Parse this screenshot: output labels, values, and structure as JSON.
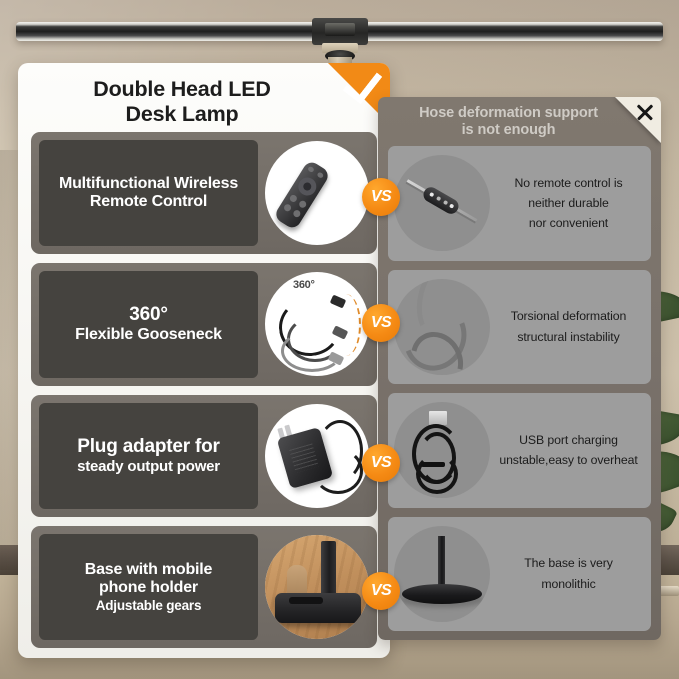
{
  "scene": {
    "lamp": "double-head-led-desk-lamp",
    "plant": "potted-plant-leaves"
  },
  "good_panel": {
    "title": "Double Head LED\nDesk Lamp",
    "title_line1": "Double Head LED",
    "title_line2": "Desk Lamp",
    "ribbon_icon": "check-icon",
    "rows": [
      {
        "lines": [
          "Multifunctional Wireless",
          "Remote Control"
        ],
        "photo": "remote-control-photo"
      },
      {
        "lines": [
          "360°",
          "Flexible Gooseneck"
        ],
        "photo": "flexible-gooseneck-photo",
        "photo_badge": "360°"
      },
      {
        "lines": [
          "Plug adapter for",
          "steady output power"
        ],
        "photo": "power-adapter-photo"
      },
      {
        "lines": [
          "Base with mobile",
          "phone holder",
          "Adjustable gears"
        ],
        "photo": "base-phone-holder-photo"
      }
    ]
  },
  "bad_panel": {
    "title_line1": "Hose deformation support",
    "title_line2": "is not enough",
    "corner_icon": "close-x-icon",
    "rows": [
      {
        "lines": [
          "No remote control is",
          "neither durable",
          "nor convenient"
        ],
        "photo": "inline-switch-cable-photo"
      },
      {
        "lines": [
          "Torsional deformation",
          "structural instability"
        ],
        "photo": "twisted-hose-photo"
      },
      {
        "lines": [
          "USB port charging",
          "unstable,easy to overheat"
        ],
        "photo": "usb-cable-photo"
      },
      {
        "lines": [
          "The base is very",
          "monolithic"
        ],
        "photo": "round-base-photo"
      }
    ]
  },
  "vs_badges": [
    "VS",
    "VS",
    "VS",
    "VS"
  ],
  "colors": {
    "accent_orange": "#f28a16",
    "good_panel_bg": "#fdfdfb",
    "good_row_bg": "#7b756e",
    "good_label_bg": "#45433f",
    "bad_panel_bg": "#80786f",
    "bad_row_bg": "#9d9d9d",
    "wall": "#cabda6"
  }
}
